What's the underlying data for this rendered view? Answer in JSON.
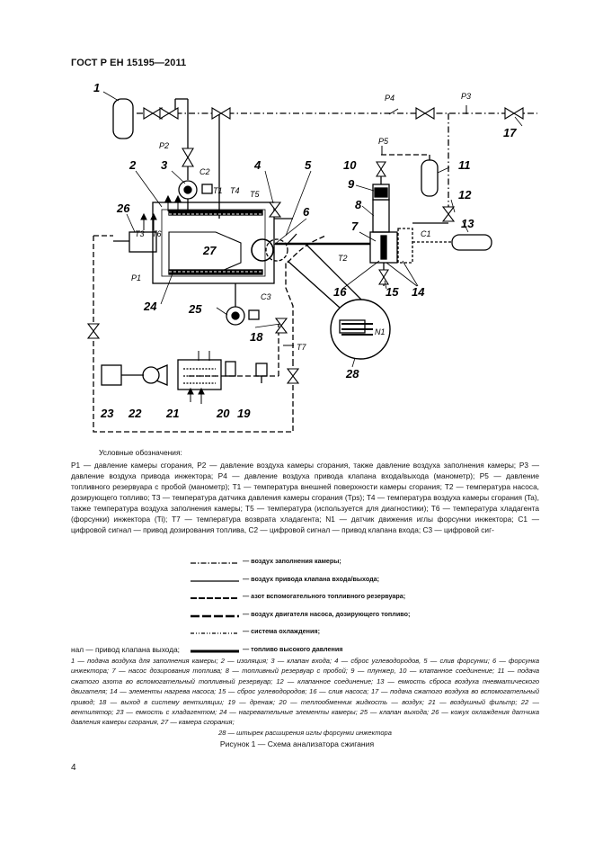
{
  "header": {
    "standard": "ГОСТ Р ЕН 15195—2011"
  },
  "diagram": {
    "part_numbers": [
      "1",
      "2",
      "3",
      "4",
      "5",
      "6",
      "7",
      "8",
      "9",
      "10",
      "11",
      "12",
      "13",
      "14",
      "14",
      "15",
      "16",
      "17",
      "18",
      "19",
      "20",
      "21",
      "22",
      "23",
      "24",
      "25",
      "26",
      "27",
      "28"
    ],
    "signal_labels": {
      "P1": "P1",
      "P2": "P2",
      "P3": "P3",
      "P4": "P4",
      "P5": "P5",
      "T1": "T1",
      "T2": "T2",
      "T3": "T3",
      "T4": "T4",
      "T5": "T5",
      "T6": "T6",
      "T7": "T7",
      "C1": "C1",
      "C2": "C2",
      "C3": "C3",
      "N1": "N1"
    }
  },
  "legend": {
    "title": "Условные обозначения:",
    "symbols_text": "P1 — давление камеры сгорания, P2 — давление воздуха камеры сгорания, также давление воздуха заполнения камеры; P3 — давление воздуха привода инжектора; P4 — давление воздуха привода клапана входа/выхода (манометр); P5 — давление топливного резервуара с пробой (манометр); T1 — температура внешней поверхности камеры сгорания; T2 — температура насоса, дозирующего топливо; T3 — температура датчика давления камеры сгорания (Tps); T4 — температура воздуха камеры сгорания (Ta), также температура воздуха заполнения камеры; T5 — температура (используется для диагностики); T6 — температура хладагента (форсунки) инжектора (Ti); T7 — температура возврата хладагента; N1 — датчик движения иглы форсунки инжектора; C1 — цифровой сигнал — привод дозирования топлива, C2 — цифровой сигнал — привод клапана входа; C3 — цифровой сиг-",
    "line_types": [
      "— воздух заполнения камеры;",
      "— воздух привода клапана входа/выхода;",
      "— азот вспомогательного топливного резервуара;",
      "— воздух двигателя насоса, дозирующего топливо;",
      "— система охлаждения;",
      "— топливо высокого давления"
    ],
    "tail": "нал — привод клапана выхода;",
    "items_text": "1 — подача воздуха для заполнения камеры; 2 — изоляция; 3 — клапан входа; 4 — сброс углеводородов, 5 — слив форсунки; 6 — форсунка инжектора; 7 — насос дозирования топлива; 8 — топливный резервуар с пробой; 9 — плунжер, 10 — клапанное соединение; 11 — подача сжатого азота во вспомогательный топливный резервуар; 12 — клапанное соединение; 13 — емкость сброса воздуха пневматического двигателя; 14 — элементы нагрева насоса; 15 — сброс углеводородов; 16 — слив насоса; 17 — подача сжатого воздуха во вспомогательный привод; 18 — выход в систему вентиляции; 19 — дренаж; 20 — теплообменник жидкость — воздух; 21 — воздушный фильтр; 22 — вентилятор; 23 — емкость с хладагентом; 24 — нагревательные элементы камеры; 25 — клапан выхода; 26 — кожух охлаждения датчика давления камеры сгорания, 27 — камера сгорания;",
    "items_last": "28 — штырек расширения иглы форсунки инжектора"
  },
  "caption": "Рисунок 1 — Схема анализатора сжигания",
  "page_number": "4"
}
